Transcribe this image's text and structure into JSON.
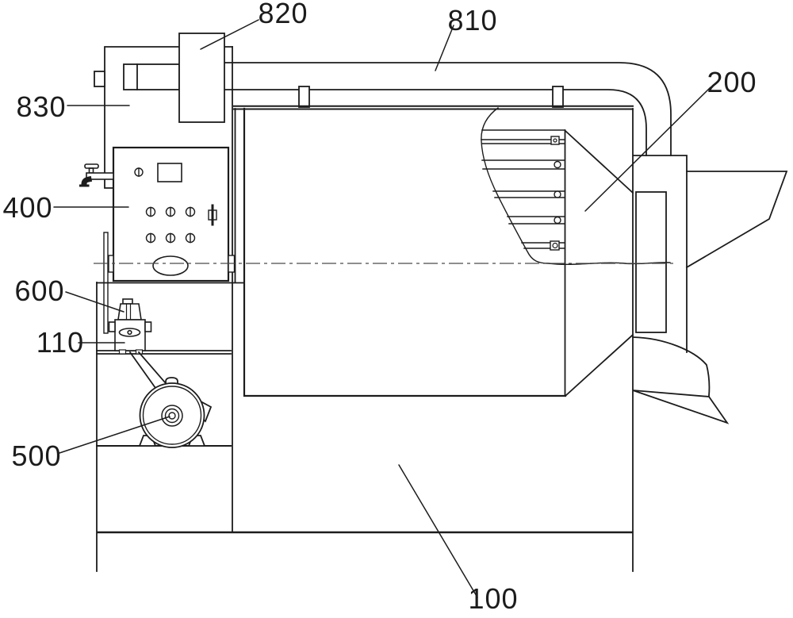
{
  "figure": {
    "type": "patent-line-drawing",
    "colors": {
      "line": "#1c1c1c",
      "background": "#ffffff",
      "centerline": "#4a4a4a"
    },
    "labels": {
      "l820": "820",
      "l810": "810",
      "l200": "200",
      "l830": "830",
      "l400": "400",
      "l600": "600",
      "l110": "110",
      "l500": "500",
      "l100": "100"
    }
  }
}
